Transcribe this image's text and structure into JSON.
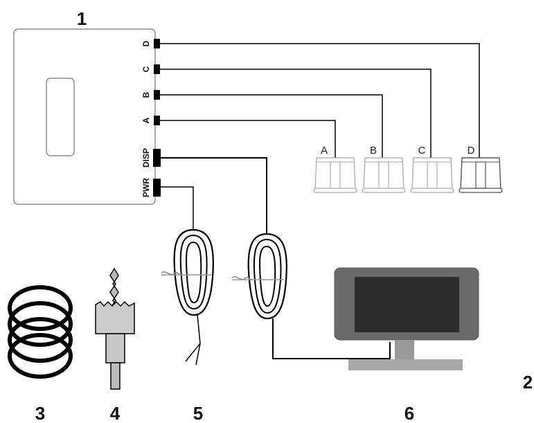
{
  "callouts": {
    "control_unit": "1",
    "sensors": "2",
    "rings": "3",
    "drill": "4",
    "power_cable": "5",
    "display": "6"
  },
  "ports": {
    "d": "D",
    "c": "C",
    "b": "B",
    "a": "A",
    "disp": "DISP",
    "pwr": "PWR"
  },
  "sensor_labels": [
    "A",
    "B",
    "C",
    "D"
  ]
}
